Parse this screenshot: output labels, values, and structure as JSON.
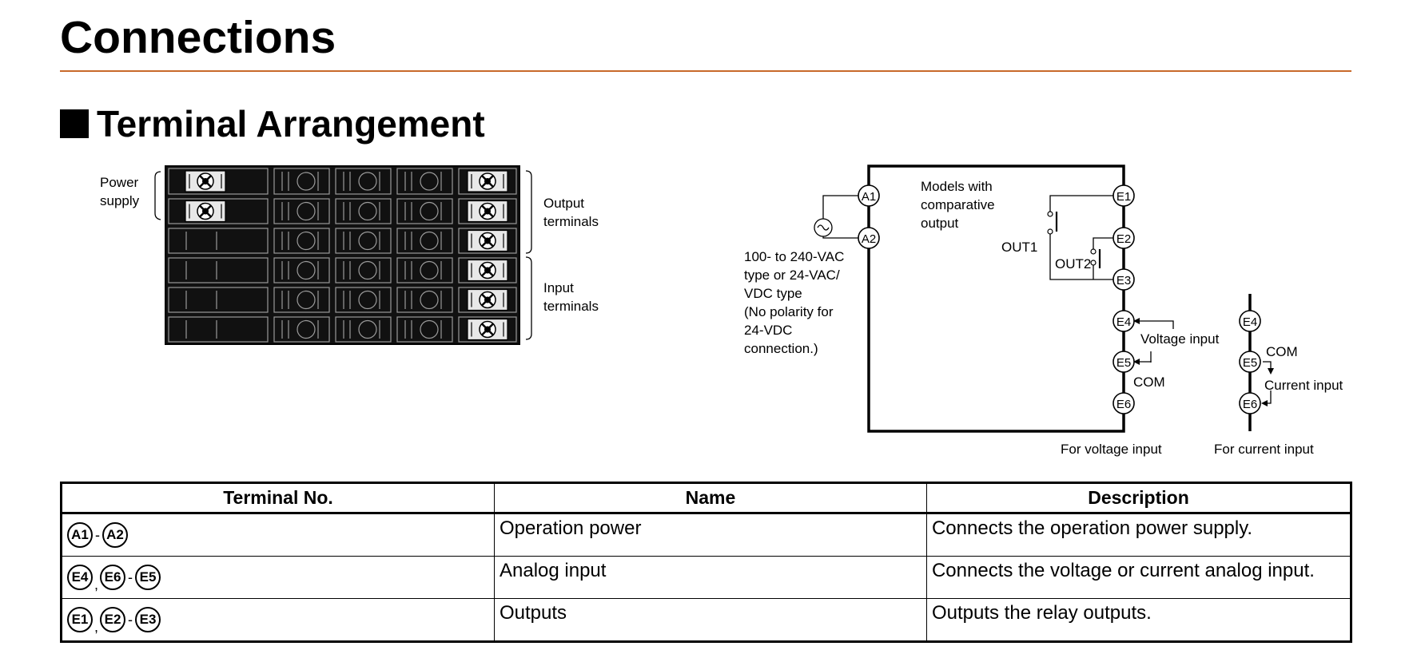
{
  "page": {
    "title": "Connections",
    "section_title": "Terminal Arrangement"
  },
  "diagram": {
    "left_labels": {
      "power_line1": "Power",
      "power_line2": "supply",
      "output_line1": "Output",
      "output_line2": "terminals",
      "input_line1": "Input",
      "input_line2": "terminals"
    },
    "wiring": {
      "terminals": [
        "A1",
        "A2",
        "E1",
        "E2",
        "E3",
        "E4",
        "E5",
        "E6"
      ],
      "supply_note": [
        "100- to 240-VAC",
        "type or 24-VAC/",
        "VDC type",
        "(No polarity for",
        "24-VDC",
        "connection.)"
      ],
      "models_note": [
        "Models with",
        "comparative",
        "output"
      ],
      "out1": "OUT1",
      "out2": "OUT2",
      "voltage_input": "Voltage input",
      "com_voltage": "COM",
      "caption_voltage": "For voltage input",
      "com_current": "COM",
      "current_input": "Current input",
      "caption_current": "For current input",
      "current_terminals": [
        "E4",
        "E5",
        "E6"
      ]
    }
  },
  "table": {
    "headers": [
      "Terminal No.",
      "Name",
      "Description"
    ],
    "rows": [
      {
        "terminals": [
          [
            "A1",
            "A2"
          ]
        ],
        "name": "Operation power",
        "description": "Connects the operation power supply."
      },
      {
        "terminals": [
          [
            "E4"
          ],
          [
            "E6",
            "E5"
          ]
        ],
        "name": "Analog input",
        "description": "Connects the voltage or current analog input."
      },
      {
        "terminals": [
          [
            "E1"
          ],
          [
            "E2",
            "E3"
          ]
        ],
        "name": "Outputs",
        "description": "Outputs the relay outputs."
      }
    ]
  }
}
